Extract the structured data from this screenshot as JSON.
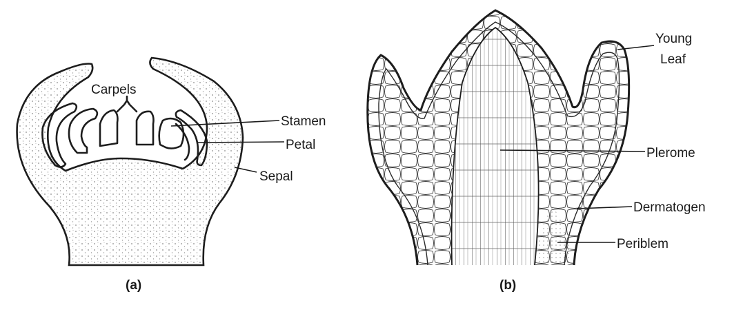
{
  "figure_a": {
    "caption": "(a)",
    "labels": {
      "carpels": "Carpels",
      "stamen": "Stamen",
      "petal": "Petal",
      "sepal": "Sepal"
    },
    "display": {
      "sepal": "Sepal"
    }
  },
  "figure_b": {
    "caption": "(b)",
    "labels": {
      "young_leaf_line1": "Young",
      "young_leaf_line2": "Leaf",
      "plerome": "Plerome",
      "dermatogen": "Dermatogen",
      "periblem": "Periblem"
    }
  },
  "colors": {
    "ink": "#1d1d1d",
    "background": "#ffffff",
    "stipple": "#8a8a8a"
  }
}
